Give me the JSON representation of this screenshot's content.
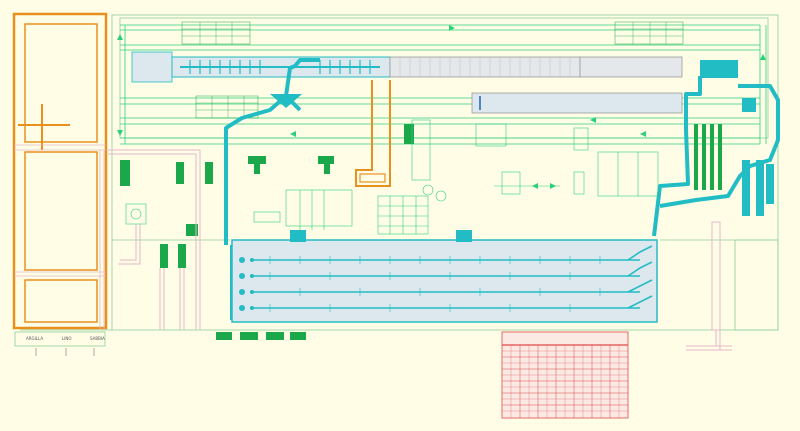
{
  "colors": {
    "background": "#FFFDE6",
    "outline": "#8ccf9a",
    "conveyor": "#2bd17a",
    "pipe": "#22bcc4",
    "storage": "#e8901e",
    "machine": "#1aa84a",
    "pink": "#e3b8c8",
    "red": "#e04a4a",
    "grey": "#9a9a9a",
    "kiln_fill": "#dde8ee"
  },
  "labels": {
    "argilla": "ARGILLA",
    "lino": "LINO",
    "sabbia": "SABBIA"
  },
  "icons": {
    "direction": "arrow-icon"
  }
}
